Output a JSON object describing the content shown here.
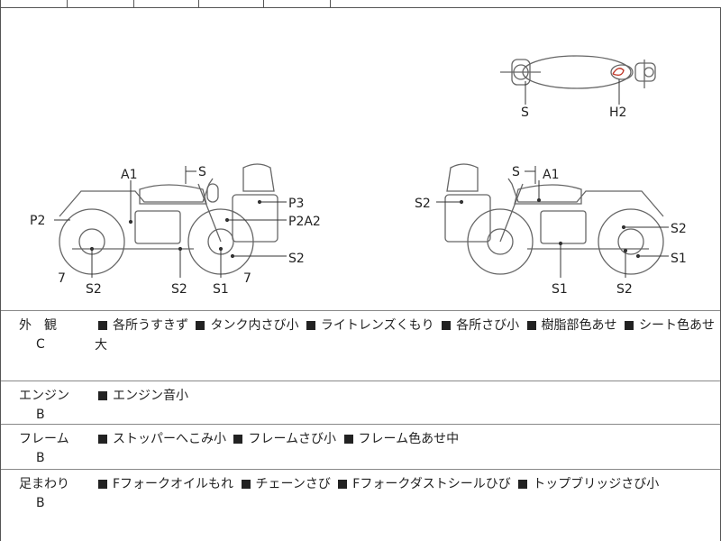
{
  "diagram": {
    "top_view_labels": {
      "s": "S",
      "h2": "H2"
    },
    "left_view_labels": {
      "a1": "A1",
      "s": "S",
      "p2": "P2",
      "p3": "P3",
      "p2a2": "P2A2",
      "s2_rear": "S2",
      "s2_under": "S2",
      "s1": "S1",
      "s2_front": "S2",
      "seven_rear": "7",
      "seven_front": "7"
    },
    "right_view_labels": {
      "s": "S",
      "a1": "A1",
      "s2_case": "S2",
      "s2_rear_wheel": "S2",
      "s1_rear_wheel": "S1",
      "s1_bottom": "S1",
      "s2_bottom": "S2"
    },
    "accent_color": "#c0392b"
  },
  "sections": [
    {
      "title": "外　観",
      "grade": "C",
      "items": [
        "各所うすきず",
        "タンク内さび小",
        "ライトレンズくもり",
        "各所さび小",
        "樹脂部色あせ",
        "シート色あせ大"
      ]
    },
    {
      "title": "エンジン",
      "grade": "B",
      "items": [
        "エンジン音小"
      ]
    },
    {
      "title": "フレーム",
      "grade": "B",
      "items": [
        "ストッパーへこみ小",
        "フレームさび小",
        "フレーム色あせ中"
      ]
    },
    {
      "title": "足まわり",
      "grade": "B",
      "items": [
        "Fフォークオイルもれ",
        "チェーンさび",
        "Fフォークダストシールひび",
        "トップブリッジさび小"
      ]
    }
  ]
}
